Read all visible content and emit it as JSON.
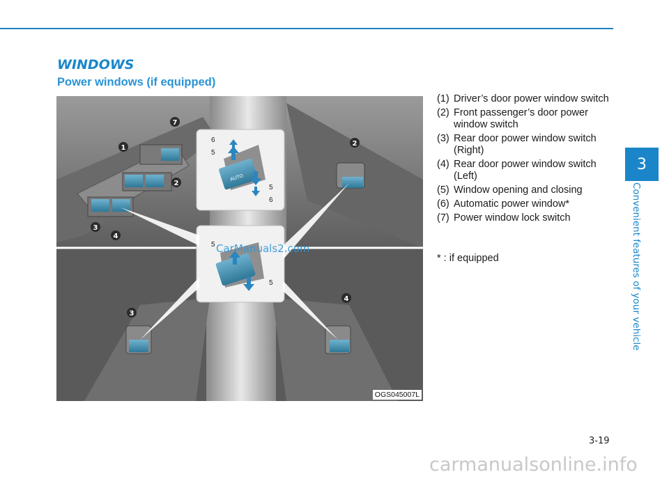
{
  "section_title": "WINDOWS",
  "subtitle": "Power windows (if equipped)",
  "legend": [
    {
      "num": "(1)",
      "text": "Driver’s door power window switch"
    },
    {
      "num": "(2)",
      "text": "Front passenger’s door power window switch"
    },
    {
      "num": "(3)",
      "text": "Rear door power window switch (Right)"
    },
    {
      "num": "(4)",
      "text": "Rear door power window switch (Left)"
    },
    {
      "num": "(5)",
      "text": "Window opening and closing"
    },
    {
      "num": "(6)",
      "text": "Automatic power window*"
    },
    {
      "num": "(7)",
      "text": "Power window lock switch"
    }
  ],
  "footnote": "* : if equipped",
  "figure": {
    "code": "OGS045007L",
    "callouts": [
      "1",
      "2",
      "3",
      "4",
      "7",
      "2",
      "3",
      "4"
    ],
    "detail_labels": [
      "6",
      "5",
      "5",
      "6",
      "5",
      "5"
    ],
    "auto_label": "AUTO"
  },
  "watermark": "CarManuals2.com",
  "chapter": {
    "number": "3",
    "label": "Convenient features of your vehicle"
  },
  "page_number": "3-19",
  "footer_site": "carmanualsonline.info",
  "colors": {
    "accent": "#1a86c9",
    "switch": "#3e8fb0"
  }
}
